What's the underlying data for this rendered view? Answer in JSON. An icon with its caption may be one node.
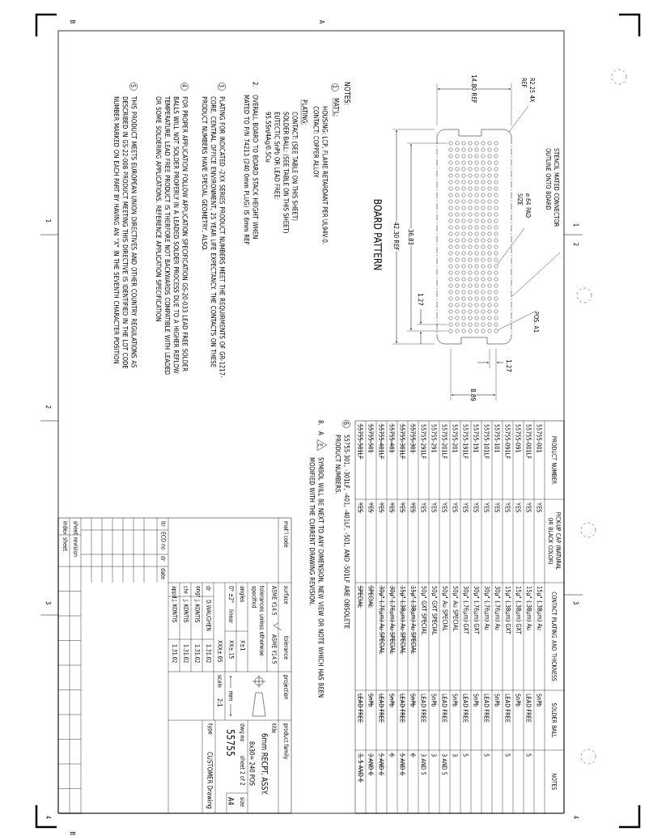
{
  "diagram": {
    "nodes": [
      {
        "text": [
          "R2.25 4X REF"
        ]
      },
      {
        "text": [
          "STENCIL MATED CONNECTOR OUTLINE ONTO BOARD"
        ]
      },
      {
        "text": [
          "⌀.64 PAD SIZE"
        ]
      },
      {
        "text": [
          "POS. A1"
        ]
      },
      {
        "text": [],
        "shape": "box"
      },
      {
        "text": [],
        "shape": "circle",
        "in": 4
      },
      {
        "text": [],
        "shape": "circle",
        "in": 4
      }
    ],
    "edges": [
      {
        "from": 0,
        "to": 4,
        "arrow": "none"
      },
      {
        "from": 1,
        "to": 4,
        "arrow": "none"
      },
      {
        "from": 2,
        "to": 5,
        "arrow": "none"
      },
      {
        "from": 3,
        "to": 6,
        "arrow": "none"
      }
    ],
    "labels": [
      "B",
      "A",
      "1",
      "2",
      "3",
      "4",
      "1",
      "2",
      "3",
      "4",
      "B",
      "14.80 REF",
      "42.30 REF",
      "36.83",
      "1.27",
      "1.27",
      "8.89",
      "BOARD PATTERN",
      "NOTES:",
      "1.",
      "MAT'L:",
      "HOUSING: LCP, FLAME RETARDANT PER UL94V-0.",
      "CONTACT: COPPER ALLOY",
      "PLATING:",
      "CONTACT: (SEE TABLE ON THIS SHEET)",
      "SOLDER BALL: (SEE TABLE ON THIS SHEET)",
      "EUTECTIC SnPb OR LEAD FREE:",
      "95.5Sn/4Ag/0.5Cu",
      "2.",
      "OVERALL BOARD TO BOARD STACK HEIGHT WHEN MATED TO P/N 74213 (240 0mm PLUG) IS 6mm REF",
      "3.",
      "PLATING FOR INDICATED -2XX SERIES PRODUCT NUMBERS MEET THE REQUIRMENTS OF GR-1217-CORE, CENTRAL OFFICE ENVIRONMENT, 25 YEAR LIFE EXPECTANCY. THE CONTACTS ON THESE PRODUCT NUMBERS HAVE SPECIAL GEOMETRY, ALSO.",
      "4.",
      "FOR PROPER APPLICATION FOLLOW APPLICATION SPECIFICATION GS-20-033 LEAD FREE SOLDER BALLS WILL NOT SOLDER PROPERLY IN A LEADED SOLDER PROCESS DUE TO A HIGHER REFLOW TEMPERATURE. LEAD FREE PRODUCT IS THERFORE NOT BACKWARDS COMPATIBLE WITH LEADED OR SOME SOLDERING APPLICATIONS. REFERENCE APPLICATION SPECIFICATION",
      "5.",
      "THIS PRODUCT MEETS EUROPEAN UNION DIRECTIVES AND OTHER COUNTRY REGULATIONS AS DESCRIBED IN GS-22-008 PRODUCT MEETING THIS DIRECTIVE IS IDENTIFIED IN THE LOT CODE NUMBER MARKED ON EACH PART BY HAVING AN \"X\" IN THE SEVENTH CHARACTER POSITION",
      "6.",
      "55755-301, -301LF, -401, -401LF, -501, AND -501LF ARE OBSOLETE PRODUCT NUMBERS.",
      "8.",
      "A",
      "E",
      "SYMBOL WILL BE NEXT TO ANY DIMENSION, NEW VIEW OR NOTE WHICH HAS BEEN MODIFIED WITH THE CURRENT DRAWING REVISION.",
      "PRODUCT NUMBER",
      "PICK-UP CAP (NATURAL OR BLACK COLOR)",
      "CONTACT PLATING AND THICKNESS",
      "SOLDER BALL",
      "NOTES",
      "55755-001",
      "YES",
      "15µ\" (.38µm) Au",
      "SnPb",
      "55755-001LF",
      "YES",
      "15µ\" (.38µm) Au",
      "LEAD FREE",
      "5",
      "55755-091",
      "YES",
      "15µ\" (.38µm) GXT",
      "SnPb",
      "55755-091LF",
      "YES",
      "15µ\" (.38µm) GXT",
      "LEAD FREE",
      "5",
      "55755-101",
      "YES",
      "30µ\" (.76µm) Au",
      "SnPb",
      "55755-101LF",
      "YES",
      "30µ\" (.76µm) Au",
      "LEAD FREE",
      "5",
      "55755-191",
      "YES",
      "30µ\" (.76µm) GXT",
      "SnPb",
      "55755-191LF",
      "YES",
      "30µ\" (.76µm) GXT",
      "LEAD FREE",
      "5",
      "55755-201",
      "YES",
      "50µ\" Au SPECIAL",
      "SnPb",
      "3",
      "55755-201LF",
      "YES",
      "50µ\" Au SPECIAL",
      "LEAD FREE",
      "3 AND 5",
      "55755-291",
      "YES",
      "50µ\" GXT SPECIAL",
      "SnPb",
      "3",
      "55755-291LF",
      "YES",
      "50µ\" GXT SPECIAL",
      "LEAD FREE",
      "3 AND 5",
      "55755-301",
      "YES",
      "15µ\" (.38µm) Au SPECIAL",
      "SnPb",
      "6",
      "55755-301LF",
      "YES",
      "15µ\" (.38µm) Au SPECIAL",
      "LEAD FREE",
      "5 AND 6",
      "55755-401",
      "YES",
      "30µ\" (.76µm) Au SPECIAL",
      "SnPb",
      "6",
      "55755-401LF",
      "YES",
      "30µ\" (.76µm) Au SPECIAL",
      "LEAD FREE",
      "5 AND 6",
      "55755-501",
      "YES",
      "SPECIAL",
      "SnPb",
      "3 AND 6",
      "55755-501LF",
      "YES",
      "SPECIAL",
      "LEAD FREE",
      "3, 5 AND 6",
      "mat'l code",
      "surface",
      "tolerance",
      "ASME Y14.5",
      "ASME Y14.5",
      "tolerances unless otherwise specified",
      "angles",
      "X±1",
      "0° ±2°",
      "linear",
      "XX±.15",
      "XXX±.05",
      "dr",
      "D.WAUGHEN",
      "1.31.02",
      "engr",
      "J. KONTIS",
      "1.31.02",
      "chr",
      "J. KONTIS",
      "1.31.02",
      "appd",
      "J. KONTIS",
      "1.31.02",
      "projection",
      "mm",
      "scale",
      "2:1",
      "product family",
      "title",
      "6mm RECPT. ASSY.",
      "8x30= 240 POS",
      "dwg no",
      "sheet 2 of 2",
      "size",
      "55755",
      "A4",
      "type",
      "CUSTOMER Drawing",
      "ltr",
      "ECO no",
      "dr",
      "date",
      "sheet",
      "revision",
      "index",
      "sheet"
    ]
  }
}
